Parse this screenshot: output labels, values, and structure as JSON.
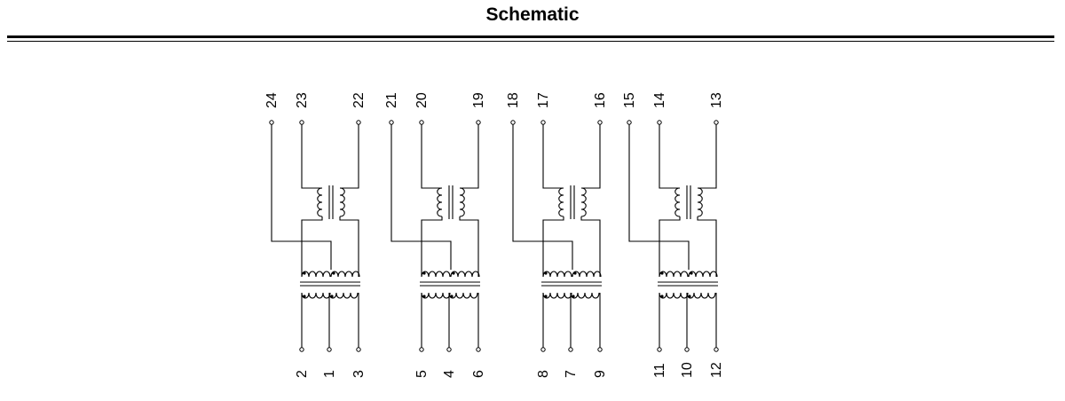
{
  "header": {
    "title": "Schematic"
  },
  "channels": [
    {
      "top": [
        "24",
        "23",
        "22"
      ],
      "bottom": [
        "2",
        "1",
        "3"
      ]
    },
    {
      "top": [
        "21",
        "20",
        "19"
      ],
      "bottom": [
        "5",
        "4",
        "6"
      ]
    },
    {
      "top": [
        "18",
        "17",
        "16"
      ],
      "bottom": [
        "8",
        "7",
        "9"
      ]
    },
    {
      "top": [
        "15",
        "14",
        "13"
      ],
      "bottom": [
        "11",
        "10",
        "12"
      ]
    }
  ]
}
